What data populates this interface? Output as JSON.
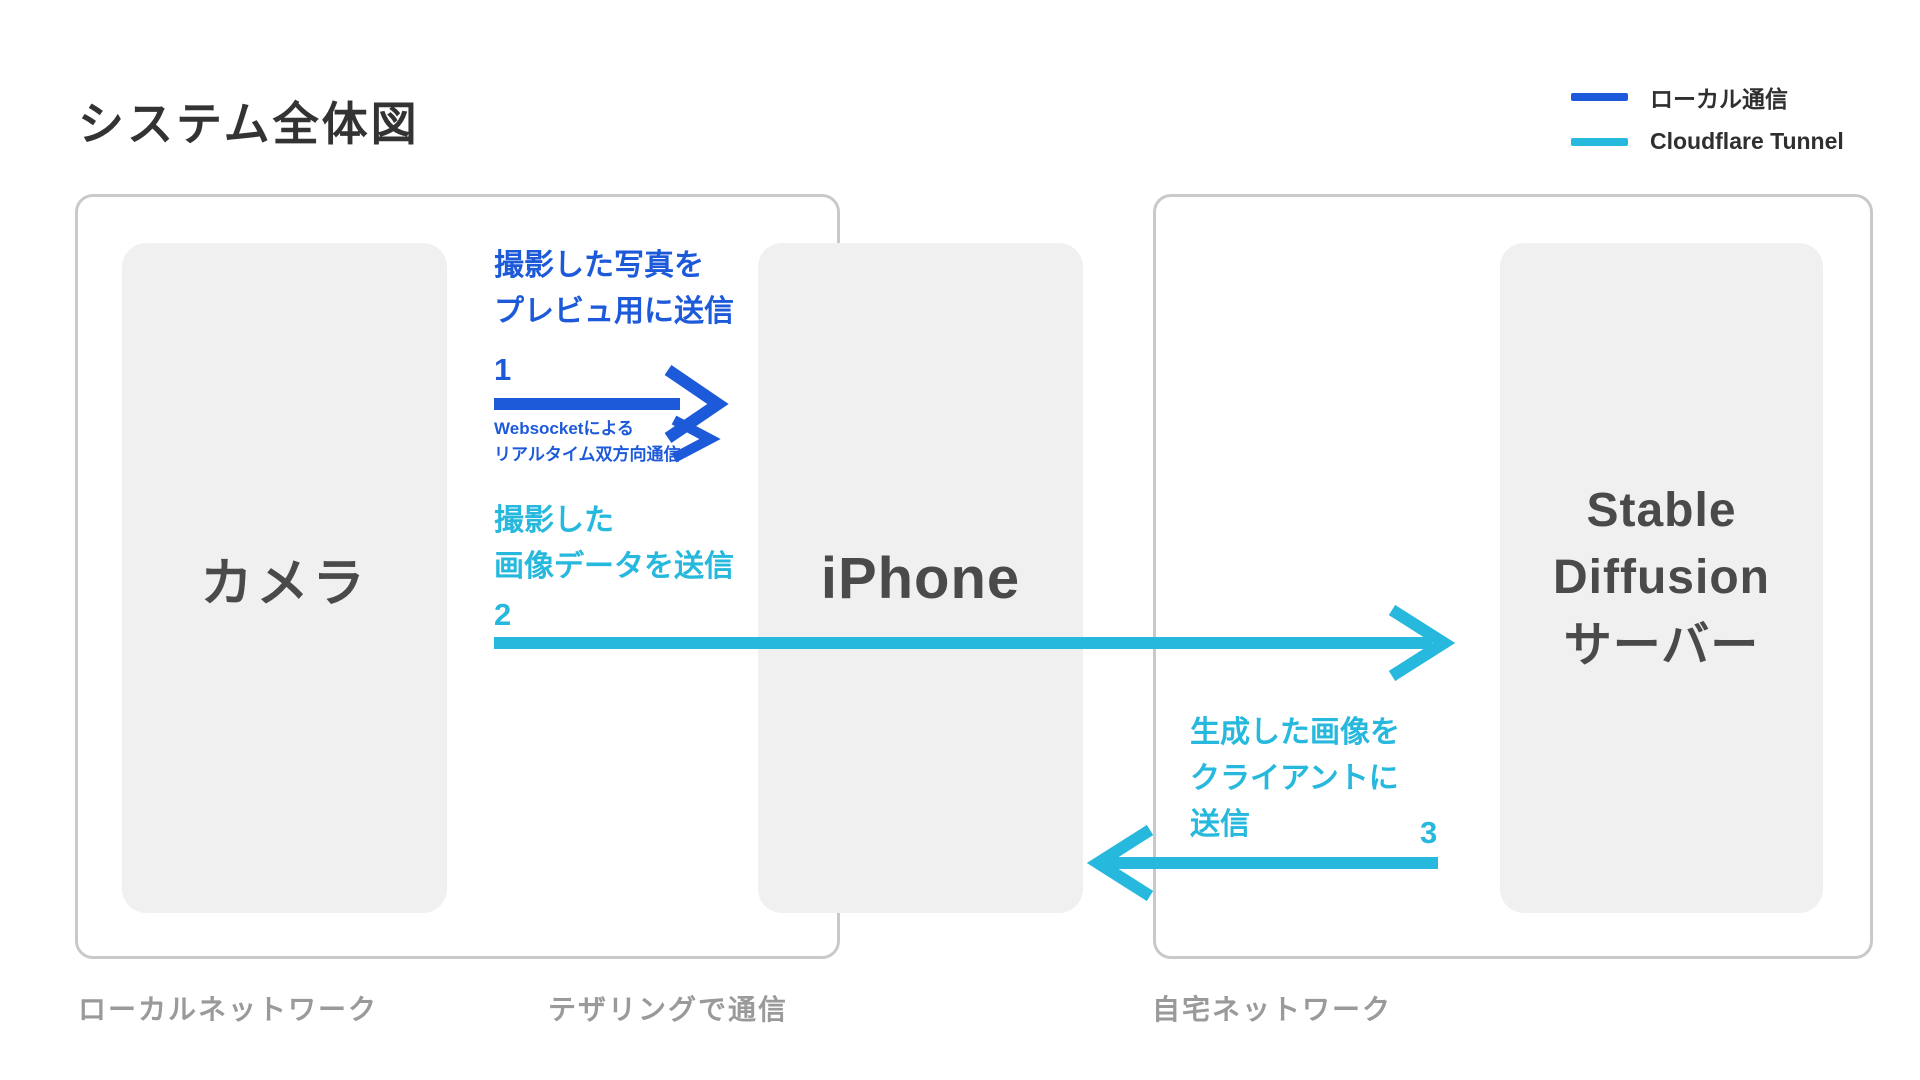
{
  "title": "システム全体図",
  "legend": {
    "items": [
      {
        "label": "ローカル通信"
      },
      {
        "label": "Cloudflare Tunnel"
      }
    ]
  },
  "nodes": {
    "camera": {
      "label": "カメラ"
    },
    "iphone": {
      "label": "iPhone"
    },
    "server": {
      "lines": [
        "Stable",
        "Diffusion",
        "サーバー"
      ]
    }
  },
  "network_labels": {
    "local": "ローカルネットワーク",
    "tethering": "テザリングで通信",
    "home": "自宅ネットワーク"
  },
  "arrows": {
    "a1": {
      "number": "1",
      "label_lines": [
        "撮影した写真を",
        "プレビュ用に送信"
      ],
      "sublabel_lines": [
        "Websocketによる",
        "リアルタイム双方向通信"
      ]
    },
    "a2": {
      "number": "2",
      "label_lines": [
        "撮影した",
        "画像データを送信"
      ]
    },
    "a3": {
      "number": "3",
      "label_lines": [
        "生成した画像を",
        "クライアントに",
        "送信"
      ]
    }
  },
  "colors": {
    "local_line": "#1d5ad9",
    "tunnel_line": "#26b8dd",
    "node_fill": "#f0f0f0",
    "container_border": "#c9c9c9",
    "node_text": "#4a4a4a",
    "muted_text": "#9a9a9a",
    "title_text": "#333333"
  }
}
